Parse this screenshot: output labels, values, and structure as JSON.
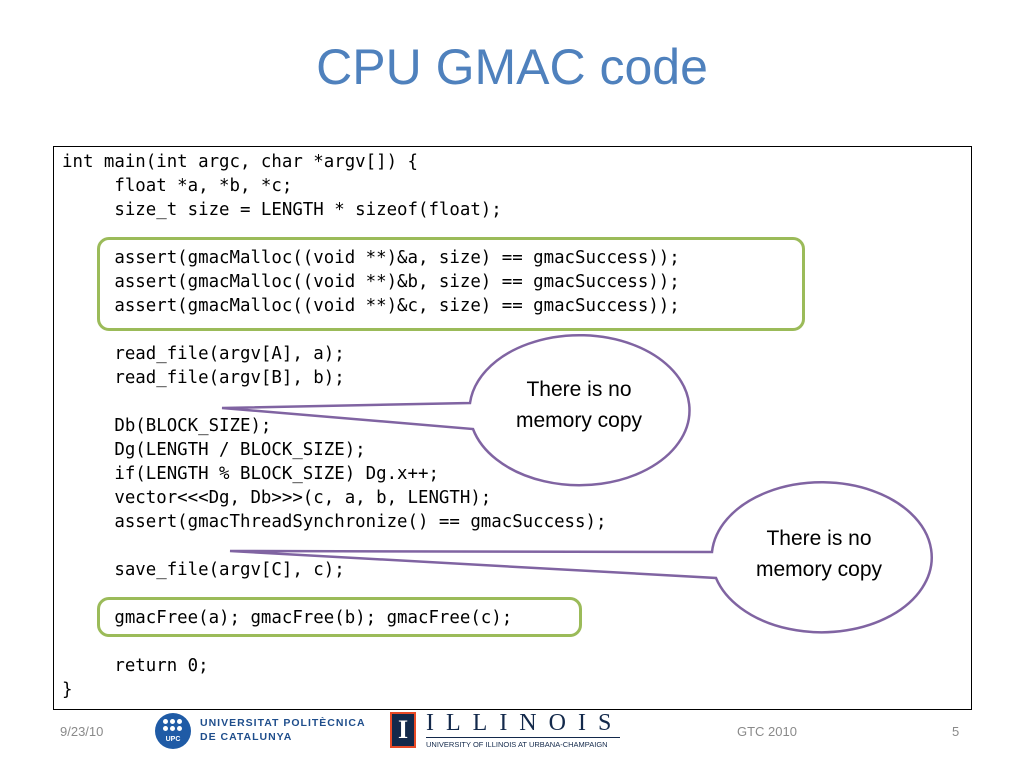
{
  "slide": {
    "title": "CPU GMAC code"
  },
  "code": {
    "lines": [
      "int main(int argc, char *argv[]) {",
      "     float *a, *b, *c;",
      "     size_t size = LENGTH * sizeof(float);",
      "",
      "     assert(gmacMalloc((void **)&a, size) == gmacSuccess));",
      "     assert(gmacMalloc((void **)&b, size) == gmacSuccess));",
      "     assert(gmacMalloc((void **)&c, size) == gmacSuccess));",
      "",
      "     read_file(argv[A], a);",
      "     read_file(argv[B], b);",
      "",
      "     Db(BLOCK_SIZE);",
      "     Dg(LENGTH / BLOCK_SIZE);",
      "     if(LENGTH % BLOCK_SIZE) Dg.x++;",
      "     vector<<<Dg, Db>>>(c, a, b, LENGTH);",
      "     assert(gmacThreadSynchronize() == gmacSuccess);",
      "",
      "     save_file(argv[C], c);",
      "",
      "     gmacFree(a); gmacFree(b); gmacFree(c);",
      "",
      "     return 0;",
      "}"
    ]
  },
  "callouts": [
    {
      "text": "There is no memory copy"
    },
    {
      "text": "There is no memory copy"
    }
  ],
  "footer": {
    "date": "9/23/10",
    "event": "GTC 2010",
    "page_number": "5"
  },
  "logos": {
    "upc_letters": "UPC",
    "upc_name_line1": "UNIVERSITAT POLITÈCNICA",
    "upc_name_line2": "DE CATALUNYA",
    "illinois_mark": "I",
    "illinois_word": "ILLINOIS",
    "illinois_sub": "UNIVERSITY OF ILLINOIS AT URBANA-CHAMPAIGN"
  },
  "colors": {
    "title": "#4F81BD",
    "highlight_border": "#9BBB59",
    "callout_border": "#8064A2",
    "footer_text": "#8A8A8A"
  }
}
